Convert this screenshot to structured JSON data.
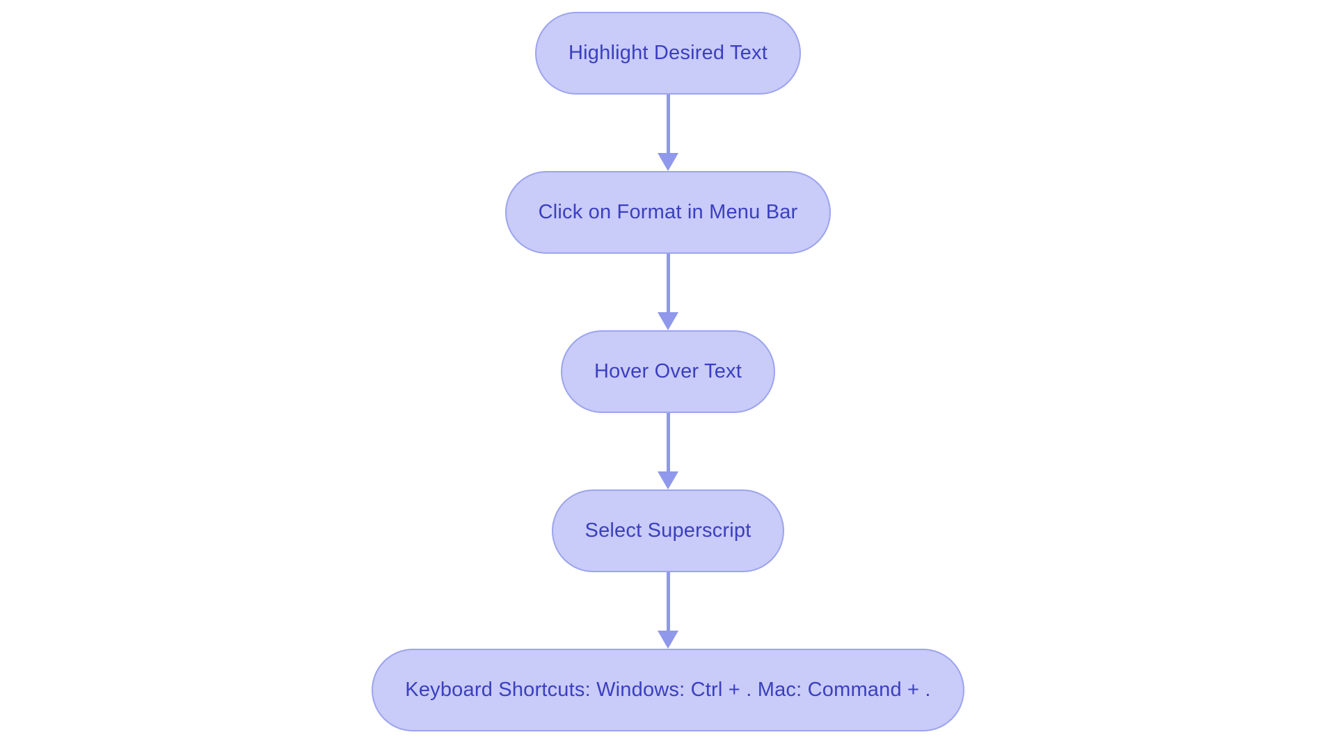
{
  "flowchart": {
    "type": "vertical-step-flow",
    "nodes": [
      {
        "id": "step-1",
        "label": "Highlight Desired Text"
      },
      {
        "id": "step-2",
        "label": "Click on Format in Menu Bar"
      },
      {
        "id": "step-3",
        "label": "Hover Over Text"
      },
      {
        "id": "step-4",
        "label": "Select Superscript"
      },
      {
        "id": "step-5",
        "label": "Keyboard Shortcuts: Windows: Ctrl + . Mac: Command + ."
      }
    ],
    "connections": [
      {
        "from": "step-1",
        "to": "step-2"
      },
      {
        "from": "step-2",
        "to": "step-3"
      },
      {
        "from": "step-3",
        "to": "step-4"
      },
      {
        "from": "step-4",
        "to": "step-5"
      }
    ],
    "colors": {
      "node_fill": "#c9cbf8",
      "node_border": "#9ca4ed",
      "node_text": "#3a3fbf",
      "arrow": "#8f98ea",
      "background": "#ffffff"
    }
  }
}
